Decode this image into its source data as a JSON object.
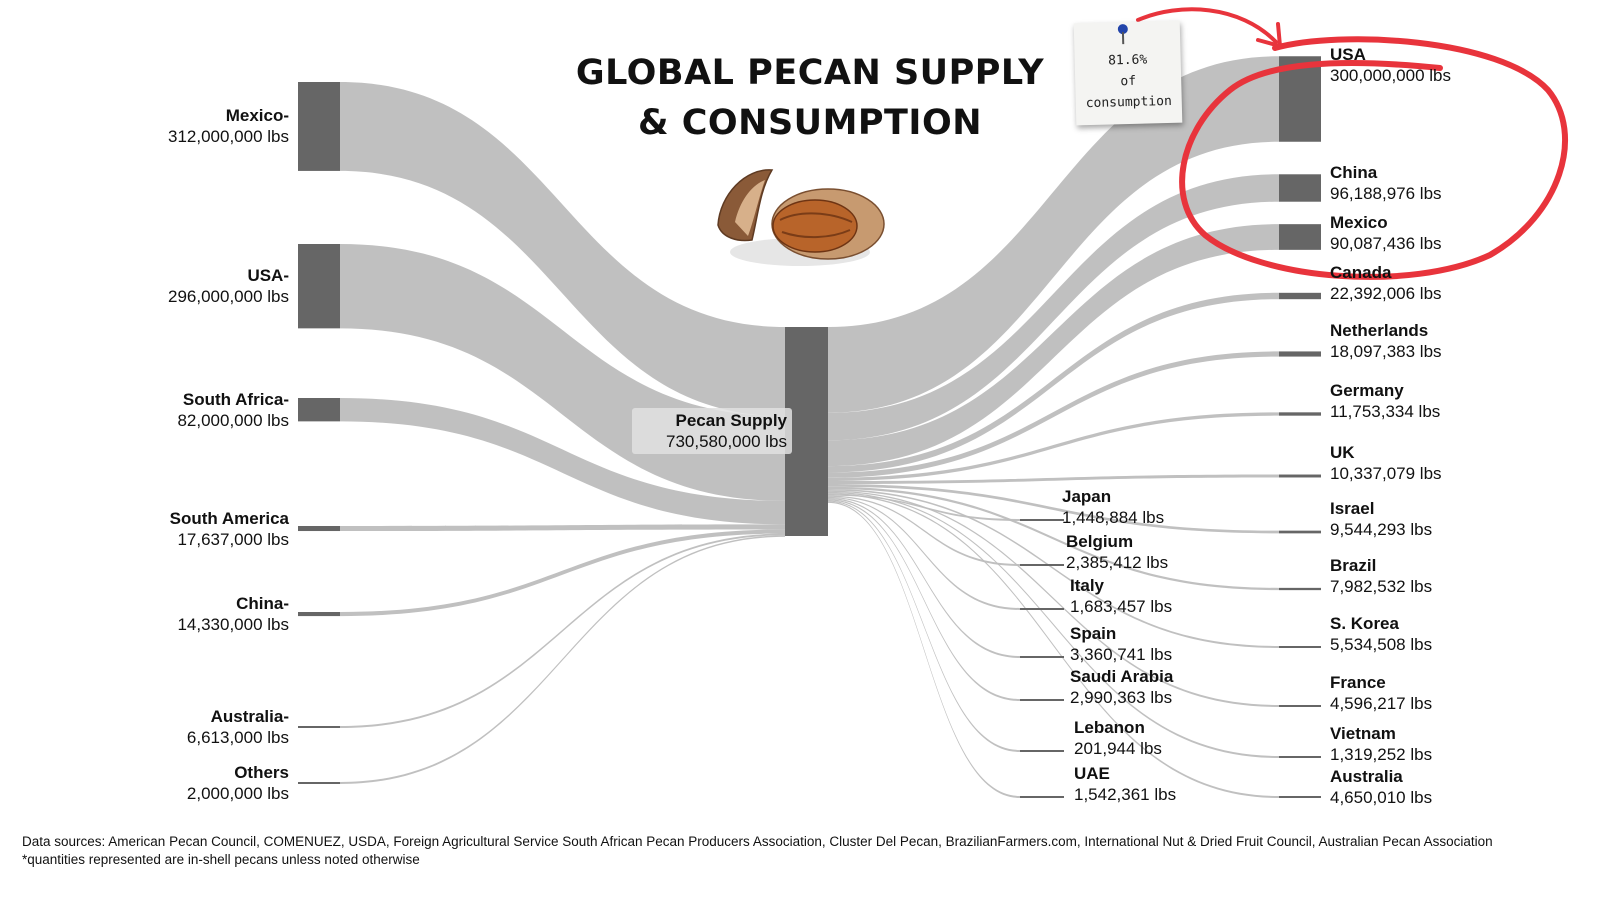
{
  "title_line1": "GLOBAL PECAN SUPPLY",
  "title_line2": "& CONSUMPTION",
  "pecan_image_icon": "pecan-nut-photo",
  "annotation_note": {
    "line1": "81.6%",
    "line2": "of",
    "line3": "consumption"
  },
  "colors": {
    "flow": "#bdbdbd",
    "node": "#666666",
    "highlight_circle": "#e8343c",
    "pin": "#2244aa"
  },
  "chart_data": {
    "type": "sankey",
    "unit": "lbs",
    "center": {
      "name": "Pecan Supply",
      "value": 730580000,
      "value_label": "730,580,000 lbs"
    },
    "sources": [
      {
        "name": "Mexico-",
        "value": 312000000,
        "value_label": "312,000,000 lbs"
      },
      {
        "name": "USA-",
        "value": 296000000,
        "value_label": "296,000,000 lbs"
      },
      {
        "name": "South Africa-",
        "value": 82000000,
        "value_label": "82,000,000 lbs"
      },
      {
        "name": "South America",
        "value": 17637000,
        "value_label": "17,637,000 lbs"
      },
      {
        "name": "China-",
        "value": 14330000,
        "value_label": "14,330,000 lbs"
      },
      {
        "name": "Australia-",
        "value": 6613000,
        "value_label": "6,613,000 lbs"
      },
      {
        "name": "Others",
        "value": 2000000,
        "value_label": "2,000,000 lbs"
      }
    ],
    "targets": [
      {
        "name": "USA",
        "value": 300000000,
        "value_label": "300,000,000 lbs"
      },
      {
        "name": "China",
        "value": 96188976,
        "value_label": "96,188,976 lbs"
      },
      {
        "name": "Mexico",
        "value": 90087436,
        "value_label": "90,087,436 lbs"
      },
      {
        "name": "Canada",
        "value": 22392006,
        "value_label": "22,392,006 lbs"
      },
      {
        "name": "Netherlands",
        "value": 18097383,
        "value_label": "18,097,383 lbs"
      },
      {
        "name": "Germany",
        "value": 11753334,
        "value_label": "11,753,334 lbs"
      },
      {
        "name": "UK",
        "value": 10337079,
        "value_label": "10,337,079 lbs"
      },
      {
        "name": "Israel",
        "value": 9544293,
        "value_label": "9,544,293 lbs"
      },
      {
        "name": "Brazil",
        "value": 7982532,
        "value_label": "7,982,532 lbs"
      },
      {
        "name": "S. Korea",
        "value": 5534508,
        "value_label": "5,534,508 lbs"
      },
      {
        "name": "France",
        "value": 4596217,
        "value_label": "4,596,217 lbs"
      },
      {
        "name": "Vietnam",
        "value": 1319252,
        "value_label": "1,319,252 lbs"
      },
      {
        "name": "Australia",
        "value": 4650010,
        "value_label": "4,650,010 lbs"
      },
      {
        "name": "Japan",
        "value": 1448884,
        "value_label": "1,448,884 lbs"
      },
      {
        "name": "Belgium",
        "value": 2385412,
        "value_label": "2,385,412 lbs"
      },
      {
        "name": "Italy",
        "value": 1683457,
        "value_label": "1,683,457 lbs"
      },
      {
        "name": "Spain",
        "value": 3360741,
        "value_label": "3,360,741 lbs"
      },
      {
        "name": "Saudi Arabia",
        "value": 2990363,
        "value_label": "2,990,363 lbs"
      },
      {
        "name": "Lebanon",
        "value": 201944,
        "value_label": "201,944 lbs"
      },
      {
        "name": "UAE",
        "value": 1542361,
        "value_label": "1,542,361 lbs"
      }
    ],
    "highlighted_targets": [
      "USA",
      "China",
      "Mexico"
    ]
  },
  "footer": {
    "sources": "Data sources: American Pecan Council, COMENUEZ, USDA, Foreign Agricultural Service South African Pecan Producers Association, Cluster Del Pecan, BrazilianFarmers.com, International Nut & Dried Fruit Council, Australian Pecan Association",
    "note": "*quantities represented are in-shell pecans unless noted otherwise"
  }
}
